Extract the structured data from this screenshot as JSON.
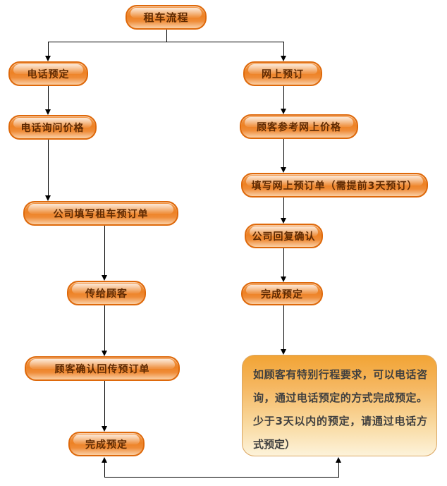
{
  "flow": {
    "root": "租车流程",
    "left": [
      "电话预定",
      "电话询问价格",
      "公司填写租车预订单",
      "传给顾客",
      "顾客确认回传预订单",
      "完成预定"
    ],
    "right": [
      "网上预订",
      "顾客参考网上价格",
      "填写网上预订单（需提前3天预订）",
      "公司回复确认",
      "完成预定"
    ],
    "note": "如顾客有特别行程要求，可以电话咨询，通过电话预定的方式完成预定。少于3天以内的预定，请通过电话方式预定）"
  },
  "colors": {
    "pill_border": "#de690b",
    "pill_text": "#5f2a02",
    "line": "#000000",
    "note_border": "#dba763",
    "note_text": "#3f3f3f",
    "note_top": "#f2a435",
    "note_bottom": "#fdf3da"
  }
}
